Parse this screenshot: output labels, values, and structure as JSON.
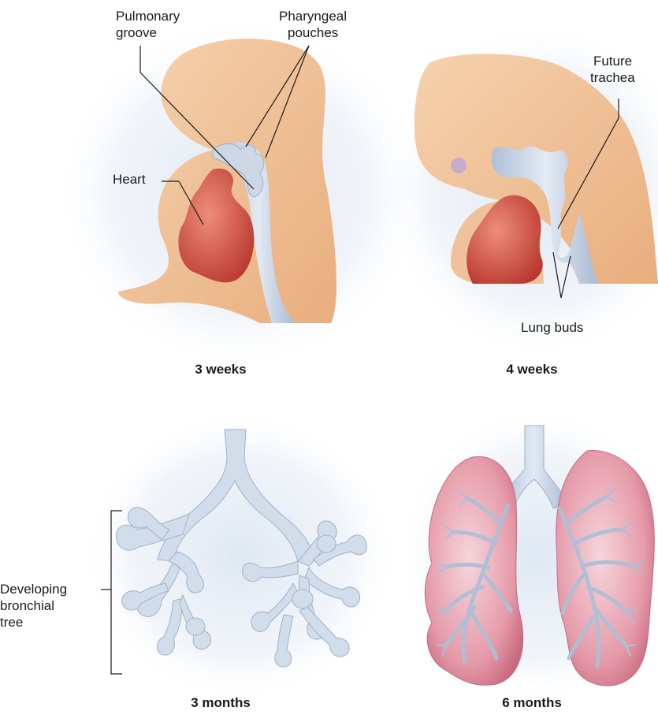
{
  "panels": {
    "week3": {
      "caption": "3 weeks",
      "labels": {
        "pulmonary_1": "Pulmonary",
        "pulmonary_2": "groove",
        "pharyngeal_1": "Pharyngeal",
        "pharyngeal_2": "pouches",
        "heart": "Heart"
      }
    },
    "week4": {
      "caption": "4 weeks",
      "labels": {
        "trachea_1": "Future",
        "trachea_2": "trachea",
        "lung_buds": "Lung buds"
      }
    },
    "month3": {
      "caption": "3 months",
      "labels": {
        "tree_1": "Developing",
        "tree_2": "bronchial",
        "tree_3": "tree"
      }
    },
    "month6": {
      "caption": "6 months"
    }
  },
  "colors": {
    "embryo_skin": "#f2c49b",
    "heart_red": "#d6554a",
    "airway_blue": "#c4d2e4",
    "lung_pink": "#e9a7b3",
    "halo_blue": "#dde6f2"
  }
}
